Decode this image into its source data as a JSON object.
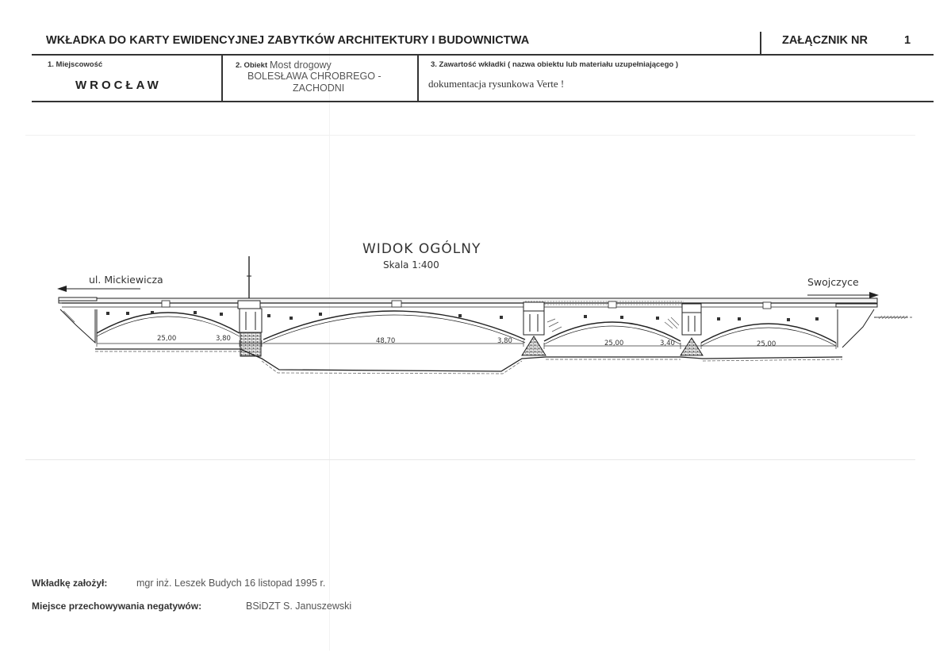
{
  "header": {
    "title": "WKŁADKA DO KARTY EWIDENCYJNEJ ZABYTKÓW ARCHITEKTURY I BUDOWNICTWA",
    "annex_label": "ZAŁĄCZNIK NR",
    "annex_number": "1"
  },
  "fields": {
    "locality": {
      "label": "1. Miejscowość",
      "value": "WROCŁAW"
    },
    "object": {
      "label": "2. Obiekt",
      "line1": "Most drogowy",
      "line2": "BOLESŁAWA CHROBREGO -",
      "line3": "ZACHODNI"
    },
    "content": {
      "label": "3. Zawartość wkładki ( nazwa obiektu lub materiału uzupełniającego )",
      "value": "dokumentacja rysunkowa Verte !"
    }
  },
  "drawing": {
    "title": "WIDOK OGÓLNY",
    "scale": "Skala 1:400",
    "left_direction": "ul. Mickiewicza",
    "right_direction": "Swojczyce",
    "dimensions": [
      "25,00",
      "3,80",
      "48,70",
      "3,80",
      "25,00",
      "3,40",
      "25,00"
    ]
  },
  "footer": {
    "created_by": {
      "label": "Wkładkę założył:",
      "value": "mgr inż. Leszek Budych 16 listopad 1995 r."
    },
    "negatives": {
      "label": "Miejsce przechowywania negatywów:",
      "value": "BSiDZT S. Januszewski"
    }
  }
}
